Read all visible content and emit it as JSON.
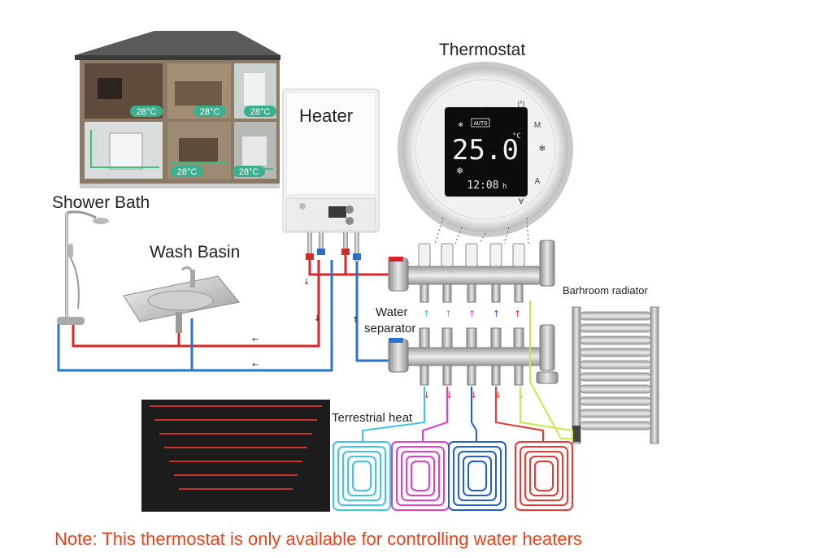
{
  "labels": {
    "thermostat": "Thermostat",
    "heater": "Heater",
    "shower_bath": "Shower Bath",
    "wash_basin": "Wash Basin",
    "water_separator_line1": "Water",
    "water_separator_line2": "separator",
    "bathroom_radiator": "Barhroom radiator",
    "terrestrial_heat": "Terrestrial heat"
  },
  "house": {
    "room_temps": [
      "28°C",
      "28°C",
      "28°C",
      "28°C",
      "28°C"
    ]
  },
  "thermostat_display": {
    "temperature": "25.0",
    "unit": "°C",
    "mode_tag": "AUTO",
    "clock": "12:08",
    "clock_suffix": "h",
    "buttons": [
      "⏻",
      "M",
      "A",
      "A"
    ]
  },
  "note": "Note: This thermostat is only available for controlling water heaters",
  "colors": {
    "hot_pipe": "#d9262a",
    "cold_pipe": "#2a74c9",
    "loop_cyan": "#3fc4e6",
    "loop_magenta": "#e23ec9",
    "loop_blue": "#1f5fcf",
    "loop_red": "#e83a35",
    "loop_yellowgreen": "#c9e84a",
    "note_text": "#e8431c"
  }
}
